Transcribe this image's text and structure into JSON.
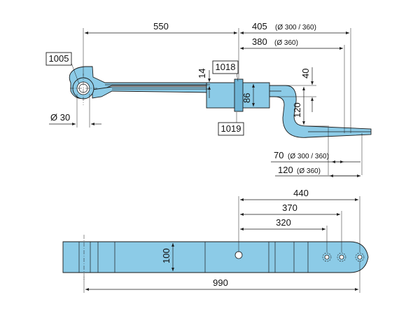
{
  "side_view": {
    "dim_550": "550",
    "dim_405": "405",
    "dim_405_note": "(Ø 300 / 360)",
    "dim_380": "380",
    "dim_380_note": "(Ø 360)",
    "dim_14": "14",
    "dim_40": "40",
    "dim_86": "86",
    "dim_120_vertical": "120",
    "dim_dia30": "Ø 30",
    "dim_70": "70",
    "dim_70_note": "(Ø 300 / 360)",
    "dim_120_horizontal": "120",
    "dim_120_note": "(Ø 360)",
    "callout_1005": "1005",
    "callout_1018": "1018",
    "callout_1019": "1019"
  },
  "top_view": {
    "dim_440": "440",
    "dim_370": "370",
    "dim_320": "320",
    "dim_100": "100",
    "dim_990": "990"
  }
}
